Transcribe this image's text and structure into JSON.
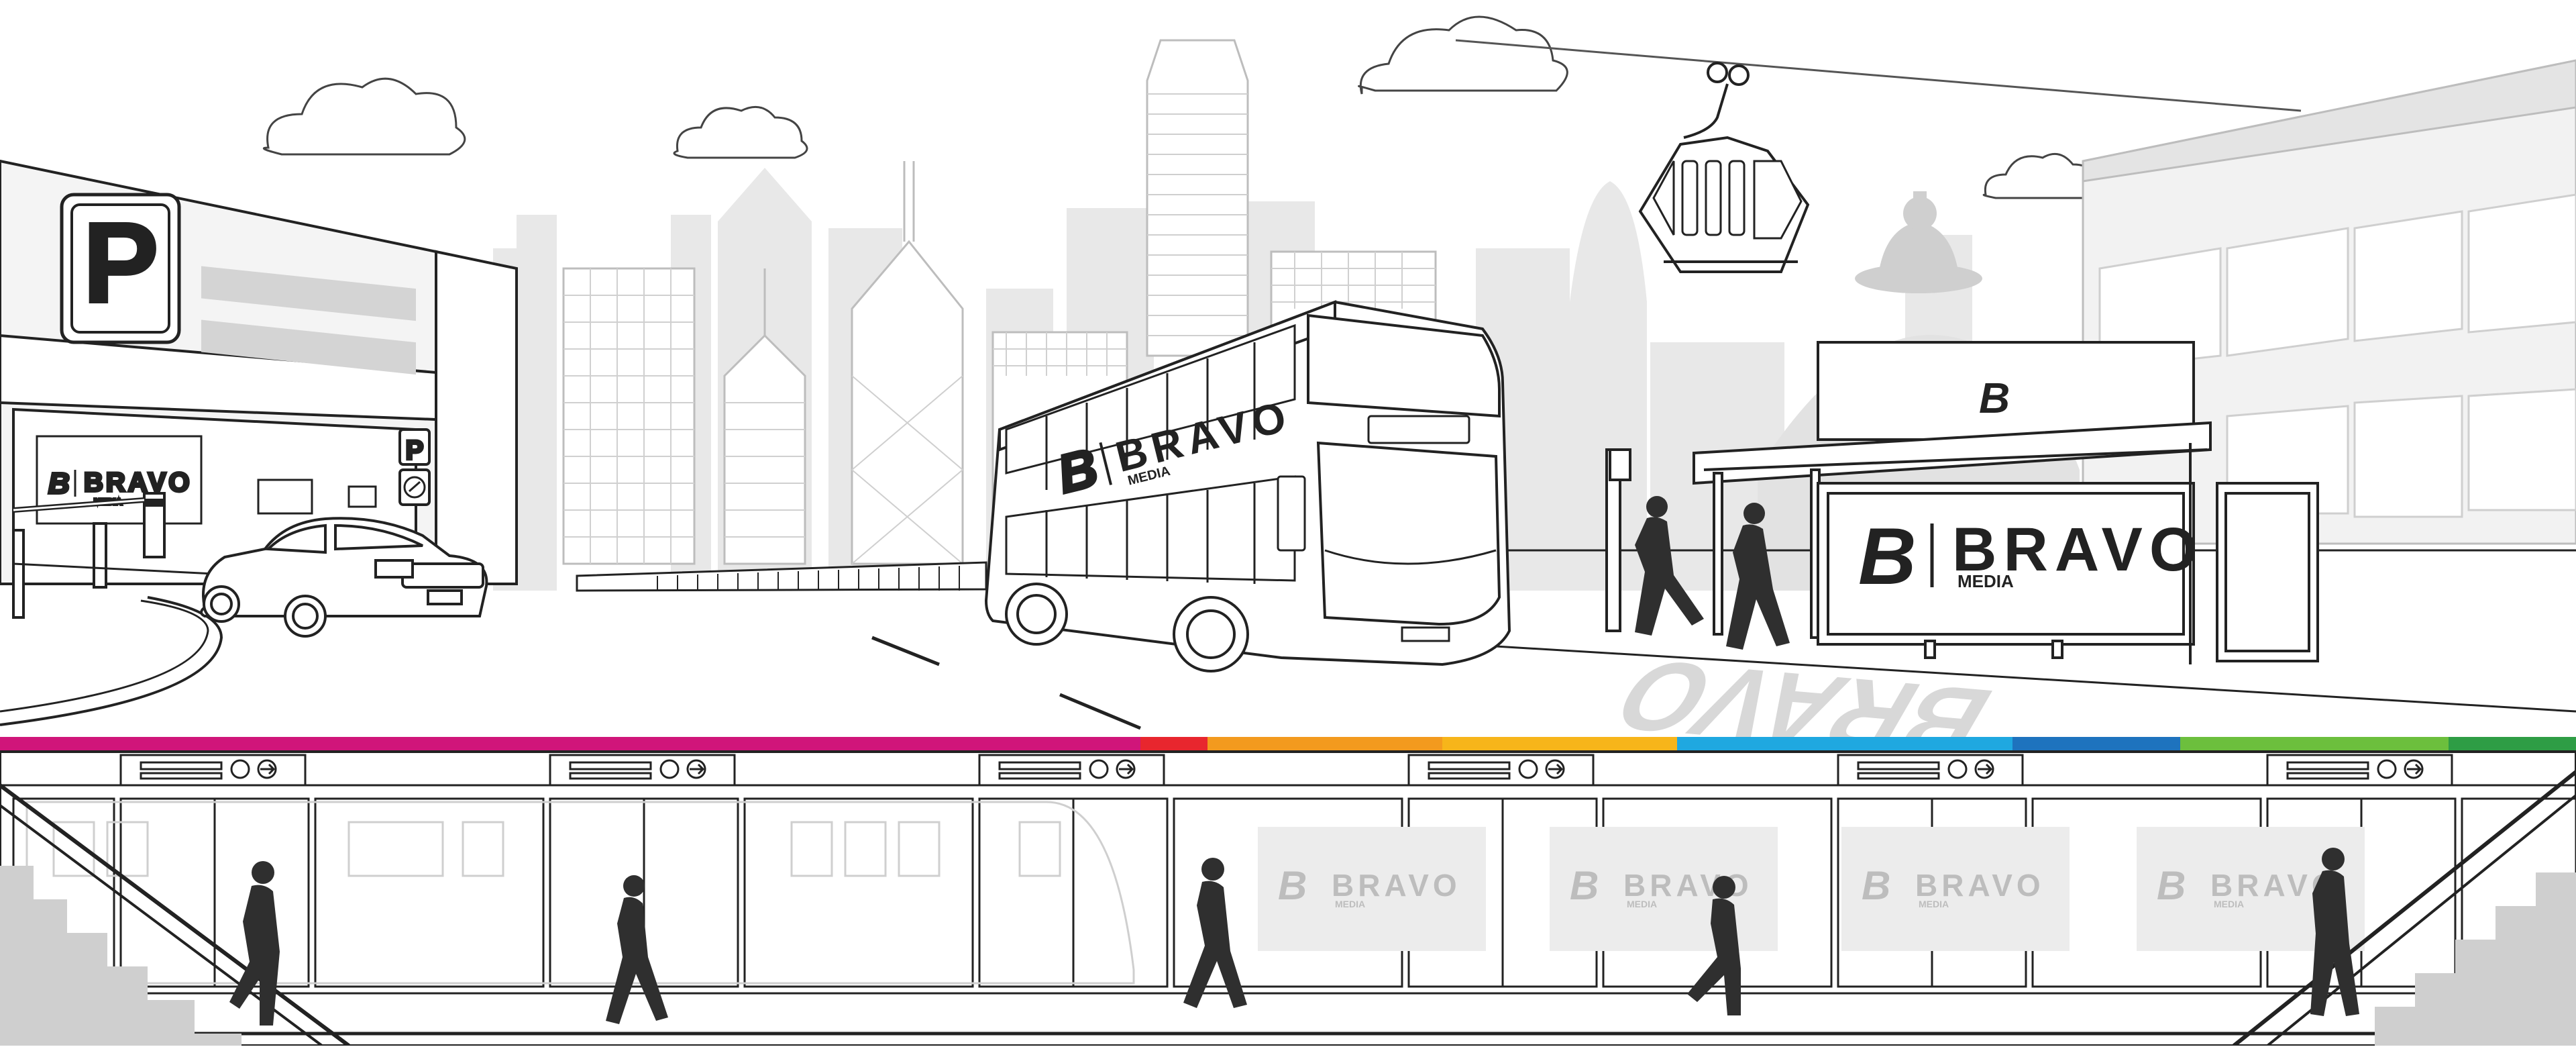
{
  "brand": {
    "name": "BRAVO",
    "sub": "MEDIA",
    "logo_mark": "B"
  },
  "signs": {
    "parking_letter": "P"
  },
  "road_marking": "BRAVO",
  "colors": {
    "background": "#ffffff",
    "line": "#222222",
    "skyline": "#e6e6e6",
    "skyline_dark": "#d4d4d4",
    "silhouette": "#2f2f2f",
    "ghost": "#c8c8c8",
    "platform_stripe": [
      "#d0157a",
      "#e8262e",
      "#f39a1e",
      "#f7b51a",
      "#1fa8e0",
      "#1e73be",
      "#6cbf3d",
      "#2e9d45"
    ]
  },
  "icons": {
    "parking": "parking-sign-icon",
    "cable_car": "cable-car-icon",
    "cloud": "cloud-icon",
    "arrow": "arrow-circle-icon"
  }
}
